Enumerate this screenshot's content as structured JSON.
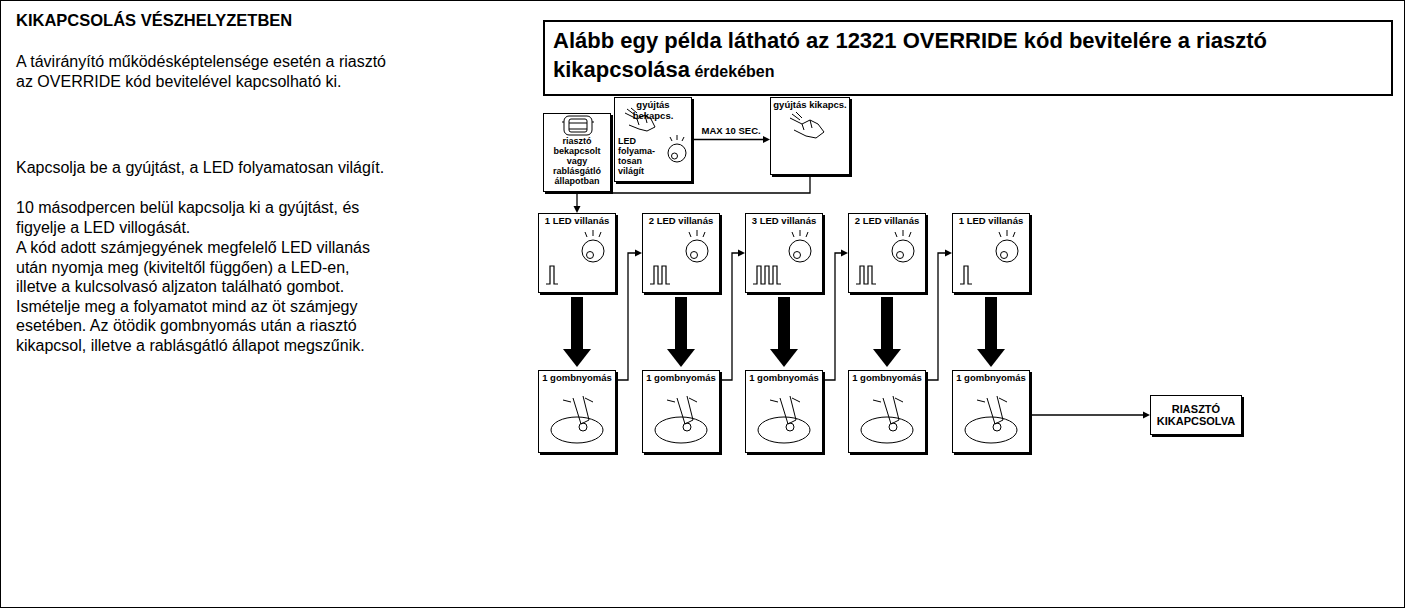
{
  "diagram": {
    "title": "KIKAPCSOLÁS VÉSZHELYZETBEN",
    "nodes": [
      {
        "text": [
          "Alább egy példa látható az 12321 OVERRIDE kód bevitelére a riasztó kikapcsolása",
          "érdekében"
        ]
      },
      {
        "text": [
          "riasztó bekapcsolt vagy rablásgátló állapotban"
        ]
      },
      {
        "text": [
          "gyújtás bekapcs.",
          "LED folyama- tosan világít"
        ]
      },
      {
        "text": [
          "gyújtás kikapcs."
        ]
      },
      {
        "text": [
          "1 LED villanás"
        ]
      },
      {
        "text": [
          "2 LED villanás"
        ]
      },
      {
        "text": [
          "3 LED villanás"
        ]
      },
      {
        "text": [
          "2 LED villanás"
        ]
      },
      {
        "text": [
          "1 LED villanás"
        ]
      },
      {
        "text": [
          "1 gombnyomás"
        ]
      },
      {
        "text": [
          "1 gombnyomás"
        ]
      },
      {
        "text": [
          "1 gombnyomás"
        ]
      },
      {
        "text": [
          "1 gombnyomás"
        ]
      },
      {
        "text": [
          "1 gombnyomás"
        ]
      },
      {
        "text": [
          "RIASZTÓ KIKAPCSOLVA"
        ]
      }
    ],
    "edges": [
      {
        "from": 2,
        "to": 3,
        "label": "MAX 10 SEC.",
        "arrow": "to"
      },
      {
        "from": 3,
        "to": 4,
        "arrow": "to"
      },
      {
        "from": 4,
        "to": 9,
        "arrow": "to"
      },
      {
        "from": 5,
        "to": 10,
        "arrow": "to"
      },
      {
        "from": 6,
        "to": 11,
        "arrow": "to"
      },
      {
        "from": 7,
        "to": 12,
        "arrow": "to"
      },
      {
        "from": 8,
        "to": 13,
        "arrow": "to"
      },
      {
        "from": 9,
        "to": 5,
        "arrow": "to"
      },
      {
        "from": 10,
        "to": 6,
        "arrow": "to"
      },
      {
        "from": 11,
        "to": 7,
        "arrow": "to"
      },
      {
        "from": 12,
        "to": 8,
        "arrow": "to"
      },
      {
        "from": 13,
        "to": 14,
        "arrow": "to"
      }
    ],
    "labels": [
      "A távirányító működésképtelensége esetén a riasztó az OVERRIDE kód bevitelével kapcsolható ki.",
      "Kapcsolja be a gyújtást, a LED folyamatosan világít.",
      "10 másodpercen belül kapcsolja ki a gyújtást, és figyelje a LED villogását.",
      "A kód adott számjegyének megfelelő LED villanás után nyomja meg (kiviteltől függően) a LED-en, illetve a kulcsolvasó aljzaton található gombot. Ismételje meg a folyamatot mind az öt számjegy esetében. Az ötödik gombnyomás után a riasztó kikapcsol, illetve a rablásgátló állapot megszűnik."
    ]
  }
}
